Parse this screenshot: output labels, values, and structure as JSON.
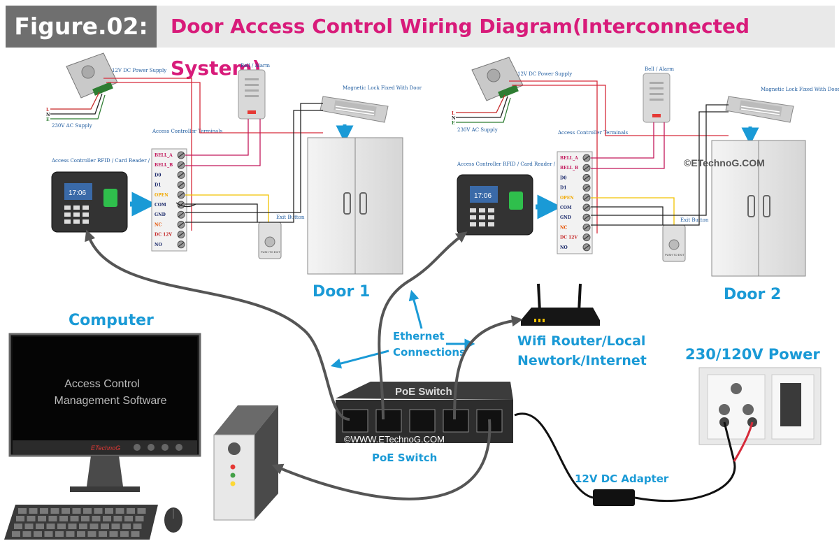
{
  "header": {
    "figure_label": "Figure.02:",
    "title": "Door Access Control Wiring Diagram(Interconnected System)"
  },
  "colors": {
    "title_pink": "#d81b7a",
    "label_blue": "#1a9ad6",
    "wire_red": "#d62b3a",
    "wire_pink": "#c2185b",
    "wire_yellow": "#f2c200",
    "cable_gray": "#555555"
  },
  "doors": [
    {
      "label": "Door 1",
      "psu_label": "12V DC Power Supply",
      "ac_label": "230V AC Supply",
      "ac_lines": [
        "L",
        "N",
        "E"
      ],
      "bell_label": "Bell / Alarm",
      "maglock_label": "Magnetic Lock Fixed With Door",
      "controller_label": "Access Controller RFID / Card Reader / Fingerprint",
      "terminals_label": "Access Controller Terminals",
      "terminals": [
        "BELL_A",
        "BELL_B",
        "D0",
        "D1",
        "OPEN",
        "COM",
        "GND",
        "NC",
        "DC 12V",
        "NO"
      ],
      "exit_label": "Exit Button",
      "exit_text": "PUSH TO EXIT",
      "lcd_time": "17:06"
    },
    {
      "label": "Door 2",
      "psu_label": "12V DC Power Supply",
      "ac_label": "230V AC Supply",
      "ac_lines": [
        "L",
        "N",
        "E"
      ],
      "bell_label": "Bell / Alarm",
      "maglock_label": "Magnetic Lock Fixed With Door",
      "controller_label": "Access Controller RFID / Card Reader / Fingerprint",
      "terminals_label": "Access Controller Terminals",
      "terminals": [
        "BELL_A",
        "BELL_B",
        "D0",
        "D1",
        "OPEN",
        "COM",
        "GND",
        "NC",
        "DC 12V",
        "NO"
      ],
      "exit_label": "Exit Button",
      "exit_text": "PUSH TO EXIT",
      "lcd_time": "17:06"
    }
  ],
  "computer": {
    "label": "Computer",
    "screen_text_1": "Access Control",
    "screen_text_2": "Management Software",
    "brand": "ETechnoG"
  },
  "network": {
    "ethernet_label_1": "Ethernet",
    "ethernet_label_2": "Connections",
    "switch_top_label": "PoE Switch",
    "switch_bottom_label": "PoE Switch",
    "switch_watermark": "©WWW.ETechnoG.COM",
    "router_label_1": "Wifi Router/Local",
    "router_label_2": "Newtork/Internet",
    "adapter_label": "12V DC Adapter",
    "power_label": "230/120V Power"
  },
  "watermark": "©ETechnoG.COM"
}
